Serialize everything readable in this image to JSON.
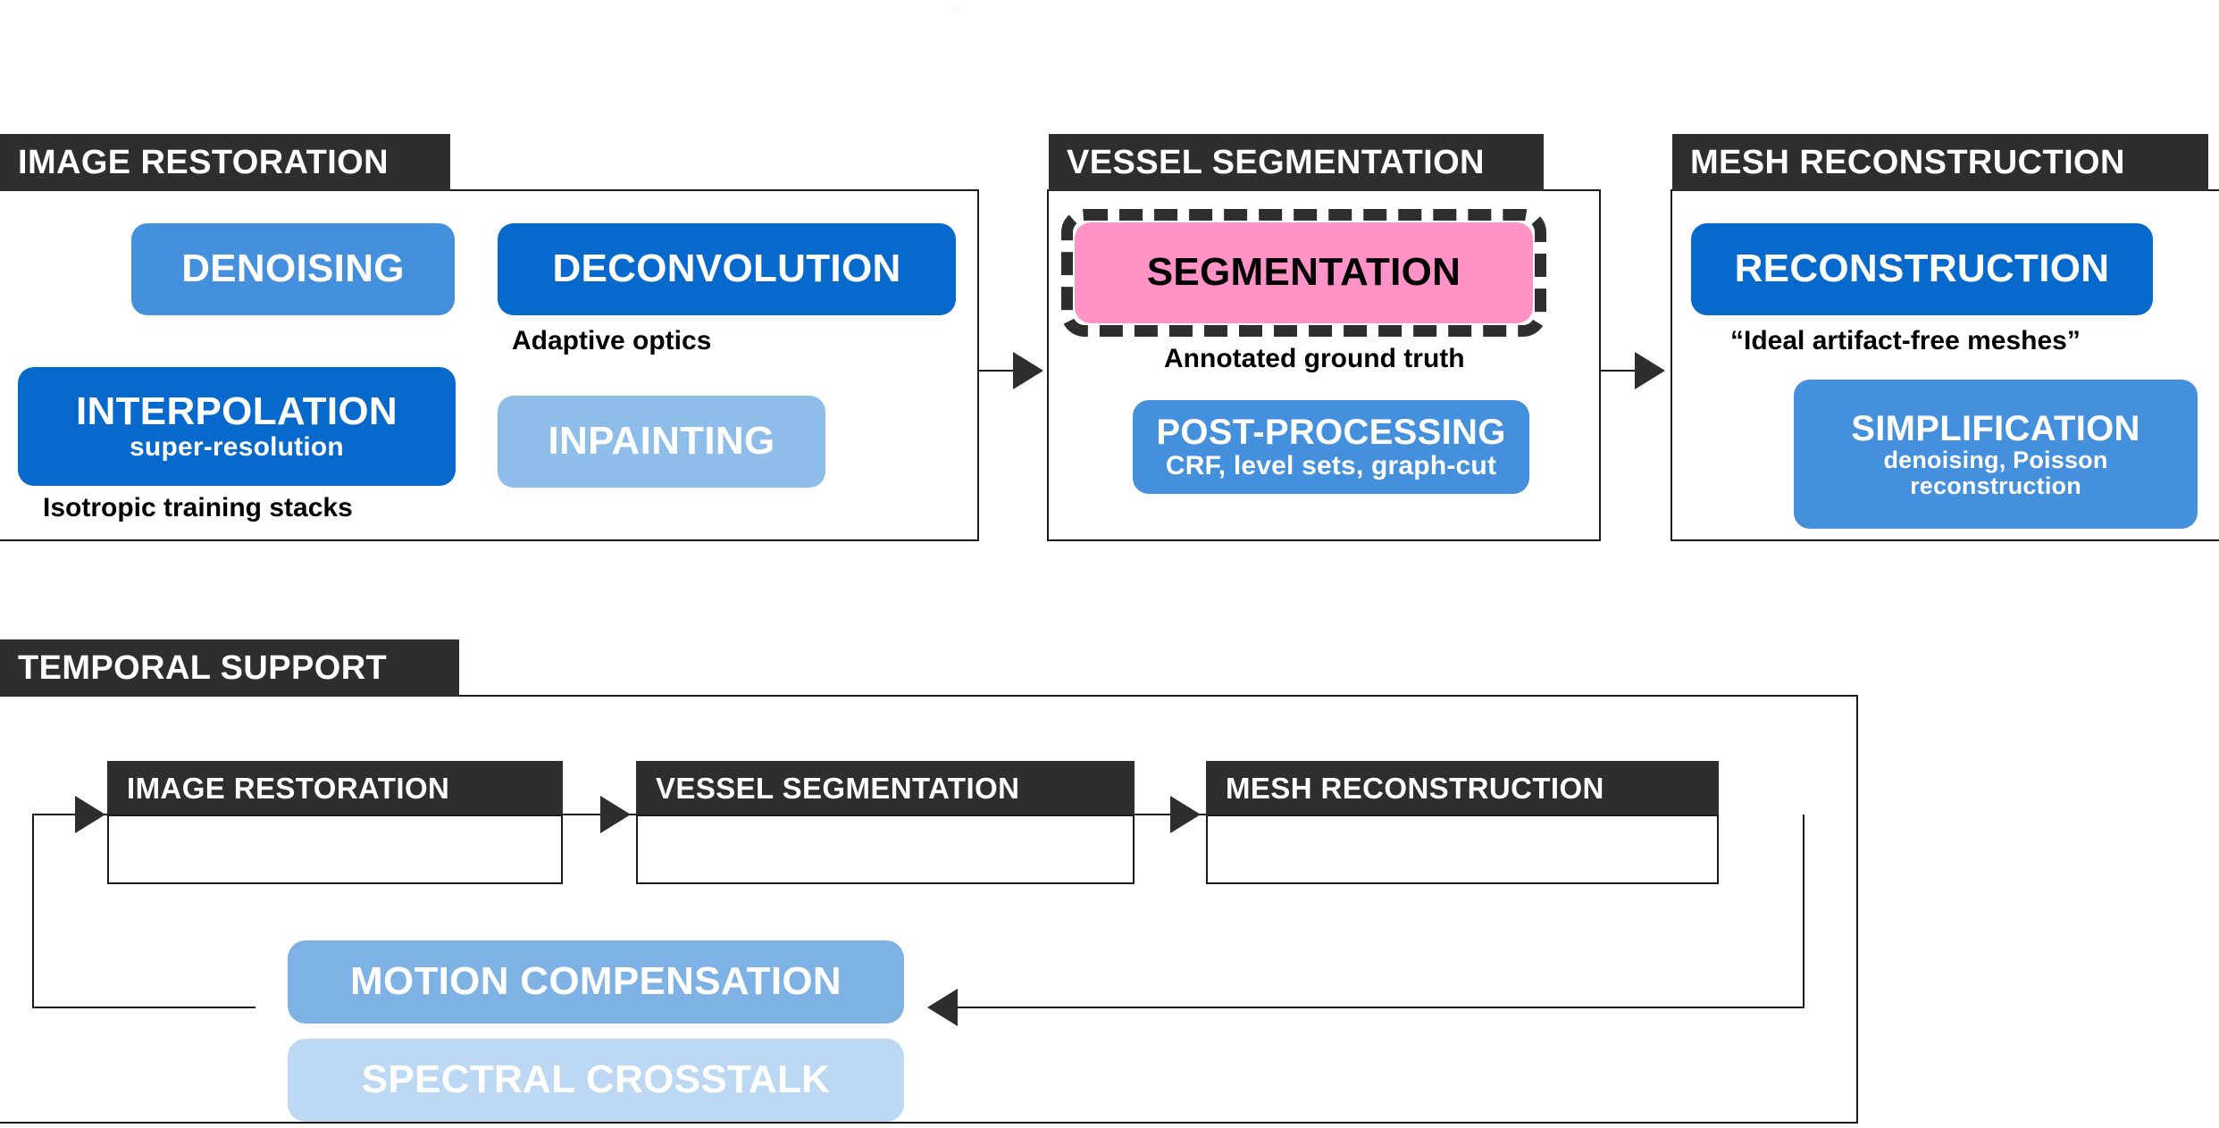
{
  "diagram": {
    "title_top_row": [
      "IMAGE RESTORATION",
      "VESSEL SEGMENTATION",
      "MESH RECONSTRUCTION"
    ],
    "panels": [
      {
        "id": "image-restoration",
        "header": "IMAGE RESTORATION",
        "boxes": [
          {
            "name": "denoising",
            "label": "DENOISING",
            "sub": "",
            "color": "#4490dc"
          },
          {
            "name": "deconvolution",
            "label": "DECONVOLUTION",
            "sub": "",
            "color": "#0769cc"
          },
          {
            "name": "interpolation",
            "label": "INTERPOLATION",
            "sub": "super-resolution",
            "color": "#0769cc"
          },
          {
            "name": "inpainting",
            "label": "INPAINTING",
            "sub": "",
            "color": "#8fbde9"
          }
        ],
        "captions": [
          {
            "name": "adaptive-optics-caption",
            "text": "Adaptive optics"
          },
          {
            "name": "isotropic-stacks-caption",
            "text": "Isotropic training stacks"
          }
        ]
      },
      {
        "id": "vessel-segmentation",
        "header": "VESSEL SEGMENTATION",
        "boxes": [
          {
            "name": "segmentation",
            "label": "SEGMENTATION",
            "sub": "",
            "color": "#ff93c8"
          },
          {
            "name": "post-processing",
            "label": "POST-PROCESSING",
            "sub": "CRF, level sets, graph-cut",
            "color": "#4490dc"
          }
        ],
        "captions": [
          {
            "name": "annotated-ground-truth-caption",
            "text": "Annotated ground truth"
          }
        ]
      },
      {
        "id": "mesh-reconstruction",
        "header": "MESH RECONSTRUCTION",
        "boxes": [
          {
            "name": "reconstruction",
            "label": "RECONSTRUCTION",
            "sub": "",
            "color": "#0769cc"
          },
          {
            "name": "simplification",
            "label": "SIMPLIFICATION",
            "sub": "denoising, Poisson reconstruction",
            "color": "#4490dc"
          }
        ],
        "captions": [
          {
            "name": "ideal-meshes-caption",
            "text": "“Ideal artifact-free meshes”"
          }
        ]
      }
    ],
    "temporal": {
      "header": "TEMPORAL SUPPORT",
      "stages": [
        "IMAGE RESTORATION",
        "VESSEL SEGMENTATION",
        "MESH RECONSTRUCTION"
      ],
      "boxes": [
        {
          "name": "motion-compensation",
          "label": "MOTION COMPENSATION",
          "color": "#7eb2e4"
        },
        {
          "name": "spectral-crosstalk",
          "label": "SPECTRAL CROSSTALK",
          "color": "#bcd8f2"
        }
      ]
    },
    "colors": {
      "header_bar": "#2e2e2e",
      "blue_dark": "#0769cc",
      "blue_mid": "#4490dc",
      "blue_light": "#8fbde9",
      "blue_pale": "#bcd8f2",
      "pink": "#ff93c8",
      "line": "#1a1a1a",
      "text_light": "#ffffff",
      "text_dark": "#000000",
      "background": "#ffffff"
    }
  }
}
